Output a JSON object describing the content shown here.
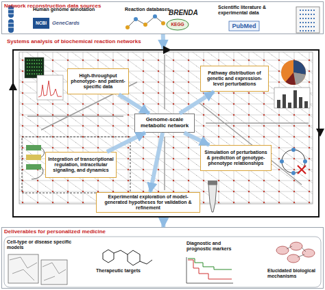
{
  "diagram": {
    "nodes": [
      {
        "text": [
          "Network reconstruction data sources"
        ]
      },
      {
        "text": [
          "Systems analysis of biochemical reaction networks"
        ]
      },
      {
        "text": [
          "High-throughput phenotype- and patient-specific data"
        ],
        "in": 1
      },
      {
        "text": [
          "Pathway distribution of genetic and expression-level perturbations"
        ],
        "in": 1
      },
      {
        "text": [
          "Genome-scale metabolic network"
        ],
        "in": 1
      },
      {
        "text": [
          "Integration of transcriptional regulation, intracellular signaling, and dynamics"
        ],
        "in": 1
      },
      {
        "text": [
          "Simulation of perturbations & prediction of genotype-phenotype relationships"
        ],
        "in": 1
      },
      {
        "text": [
          "Experimental exploration of model-generated hypotheses for validation & refinement"
        ],
        "in": 1
      },
      {
        "text": [
          "Deliverables for personalized medicine"
        ]
      }
    ],
    "edges": [
      {
        "from": 0,
        "to": 1,
        "arrow": "to"
      },
      {
        "from": 1,
        "to": 8,
        "arrow": "to"
      },
      {
        "from": 2,
        "to": 4,
        "arrow": "to"
      },
      {
        "from": 4,
        "to": 3,
        "arrow": "to"
      },
      {
        "from": 5,
        "to": 4,
        "arrow": "to"
      },
      {
        "from": 4,
        "to": 6,
        "arrow": "to"
      },
      {
        "from": 4,
        "to": 7,
        "arrow": "to"
      }
    ],
    "labels": [
      "Human genome annotation",
      "NCBI",
      "GeneCards",
      "Reaction databases",
      "BRENDA",
      "KEGG",
      "Scientific literature & experimental data",
      "PubMed",
      "Cell-type or disease specific models",
      "Therapeutic targets",
      "Diagnostic and prognostic markers",
      "Elucidated biological mechanisms"
    ]
  }
}
